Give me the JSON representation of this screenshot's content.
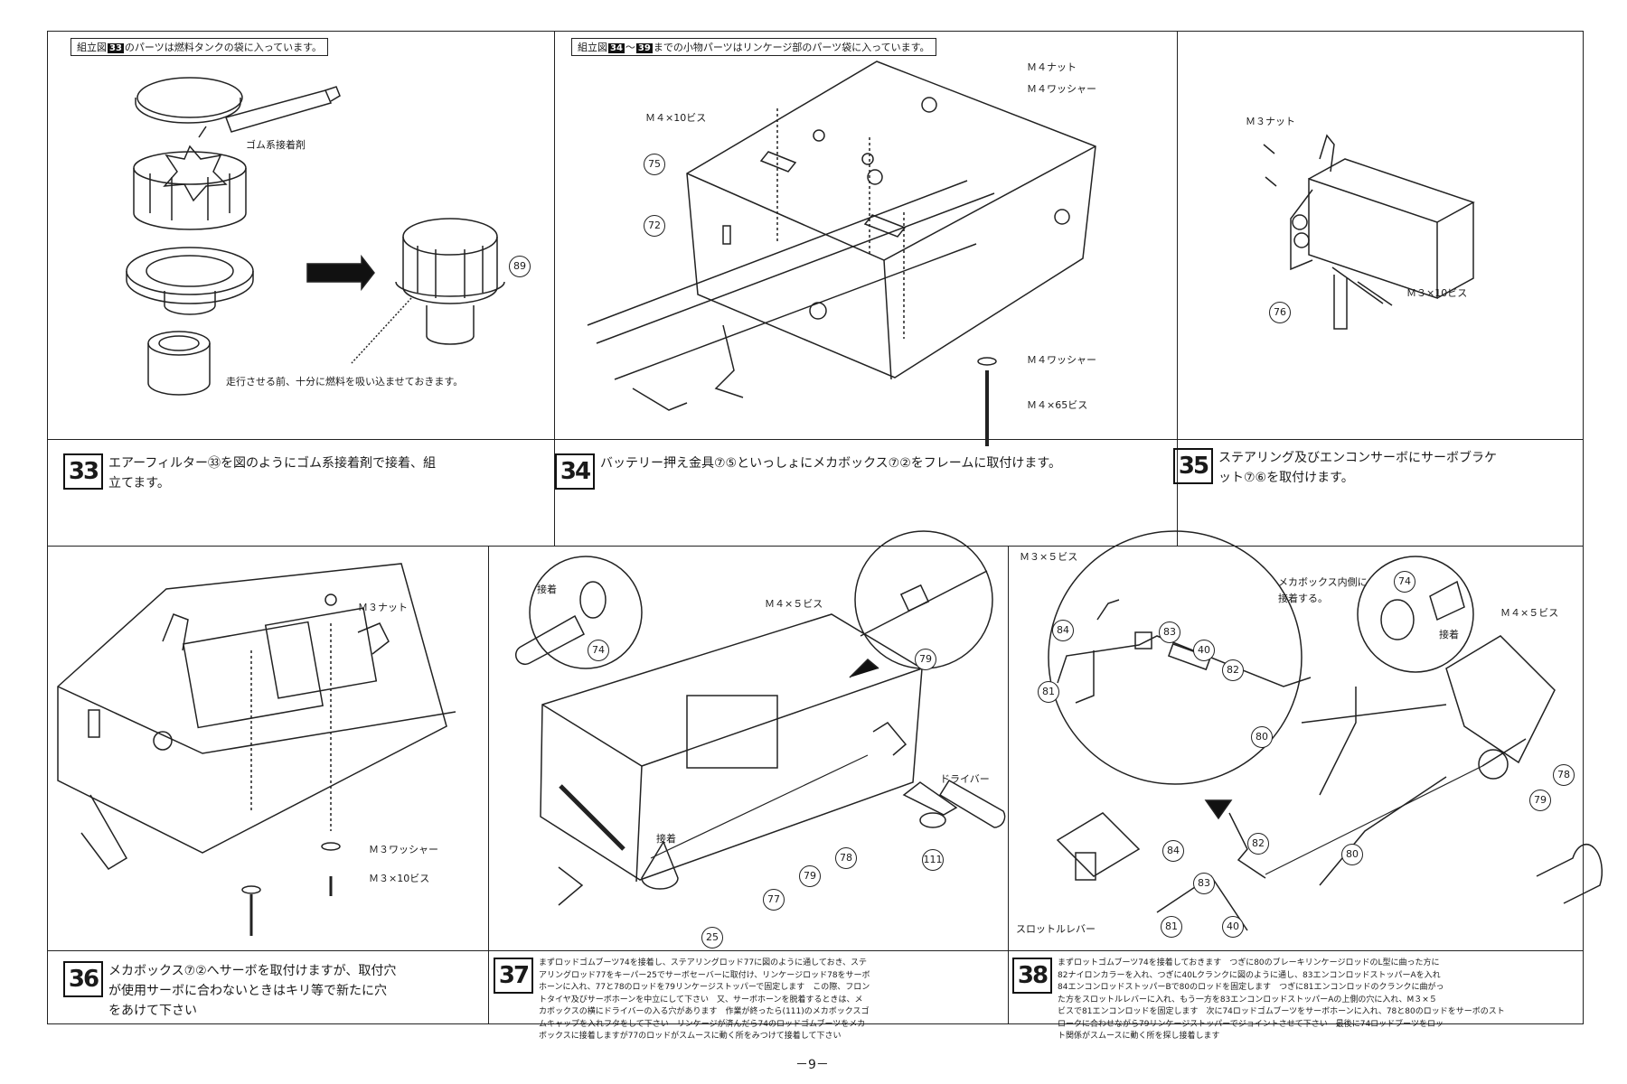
{
  "notes": {
    "n33": [
      "組立図",
      "33",
      "のパーツは燃料タンクの袋に入っています。"
    ],
    "n34": [
      "組立図",
      "34",
      "〜",
      "39",
      "までの小物パーツはリンケージ部のパーツ袋に入っています。"
    ]
  },
  "labels": {
    "p33_glue": "ゴム系接着剤",
    "p33_fuel": "走行させる前、十分に燃料を吸い込ませておきます。",
    "p34_m4x10": "Ｍ４×10ビス",
    "p34_m4nut": "Ｍ４ナット",
    "p34_m4washer_top": "Ｍ４ワッシャー",
    "p34_m4washer_bottom": "Ｍ４ワッシャー",
    "p34_m4x65": "Ｍ４×65ビス",
    "p35_m3nut": "Ｍ３ナット",
    "p35_m3x10": "Ｍ３×10ビス",
    "p36_m3nut": "Ｍ３ナット",
    "p36_m3washer": "Ｍ３ワッシャー",
    "p36_m3x10": "Ｍ３×10ビス",
    "p37_glue1": "接着",
    "p37_m4x5": "Ｍ４×５ビス",
    "p37_glue2": "接着",
    "p37_driver": "ドライバー",
    "p38_m3x5": "Ｍ３×５ビス",
    "p38_inner": "メカボックス内側に",
    "p38_inner2": "接着する。",
    "p38_glue": "接着",
    "p38_m4x5": "Ｍ４×５ビス",
    "p38_throttle": "スロットルレバー"
  },
  "parts": {
    "p89": "89",
    "p75": "75",
    "p72": "72",
    "p76": "76",
    "p74": "74",
    "p79": "79",
    "p111": "111",
    "p78": "78",
    "p77": "77",
    "p25": "25",
    "p84": "84",
    "p83": "83",
    "p40": "40",
    "p82": "82",
    "p81": "81",
    "p80": "80"
  },
  "steps": [
    {
      "num": "33",
      "text": [
        "エアーフィルター㉝を図のようにゴム系接着剤で接着、組",
        "立てます。"
      ]
    },
    {
      "num": "34",
      "text": [
        "バッテリー押え金具⑦⑤といっしょにメカボックス⑦②をフレームに取付けます。"
      ]
    },
    {
      "num": "35",
      "text": [
        "ステアリング及びエンコンサーボにサーボブラケ",
        "ット⑦⑥を取付けます。"
      ]
    },
    {
      "num": "36",
      "text": [
        "メカボックス⑦②へサーボを取付けますが、取付穴",
        "が使用サーボに合わないときはキリ等で新たに穴",
        "をあけて下さい"
      ]
    },
    {
      "num": "37",
      "text": [
        "まずロッドゴムブーツ74を接着し、ステアリングロッド77に図のように通しておき、ステ",
        "アリングロッド77をキーパー25でサーボセーバーに取付け、リンケージロッド78をサーボ",
        "ホーンに入れ、77と78のロッドを79リンケージストッパーで固定します　この際、フロン",
        "トタイヤ及びサーボホーンを中立にして下さい　又、サーボホーンを脱着するときは、メ",
        "カボックスの横にドライバーの入る穴があります　作業が終ったら(111)のメカボックスゴ",
        "ムキャップを入れフタをして下さい　リンケージが済んだら74のロッドゴムブーツをメカ",
        "ボックスに接着しますが77のロッドがスムースに動く所をみつけて接着して下さい"
      ]
    },
    {
      "num": "38",
      "text": [
        "まずロットゴムブーツ74を接着しておきます　つぎに80のブレーキリンケージロッドのL型に曲った方に",
        "82ナイロンカラーを入れ、つぎに40Lクランクに図のように通し、83エンコンロッドストッパーAを入れ",
        "84エンコンロッドストッパーBで80のロッドを固定します　つぎに81エンコンロッドのクランクに曲がっ",
        "た方をスロットルレバーに入れ、もう一方を83エンコンロッドストッパーAの上側の穴に入れ、M３×５",
        "ビスで81エンコンロッドを固定します　次に74ロッドゴムブーツをサーボホーンに入れ、78と80のロッドをサーボのスト",
        "ロークに合わせながら79リンケージストッパーでジョイントさせて下さい　最後に74ロッドブーツをロッ",
        "ト関係がスムースに動く所を探し接着します"
      ]
    }
  ],
  "page_number": "－9－"
}
